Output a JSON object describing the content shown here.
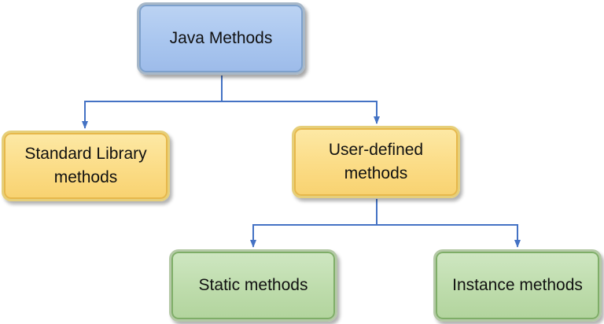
{
  "diagram": {
    "colors": {
      "connector": "#4472c4",
      "root_fill": "#a9c6ef",
      "level1_fill": "#fbdc86",
      "level2_fill": "#bedcac"
    },
    "nodes": {
      "root": {
        "label": "Java Methods"
      },
      "standard_library": {
        "label": "Standard Library methods"
      },
      "user_defined": {
        "label": "User-defined methods"
      },
      "static": {
        "label": "Static methods"
      },
      "instance": {
        "label": "Instance methods"
      }
    },
    "edges": [
      {
        "from": "Java Methods",
        "to": "Standard Library methods"
      },
      {
        "from": "Java Methods",
        "to": "User-defined methods"
      },
      {
        "from": "User-defined methods",
        "to": "Static methods"
      },
      {
        "from": "User-defined methods",
        "to": "Instance methods"
      }
    ]
  }
}
